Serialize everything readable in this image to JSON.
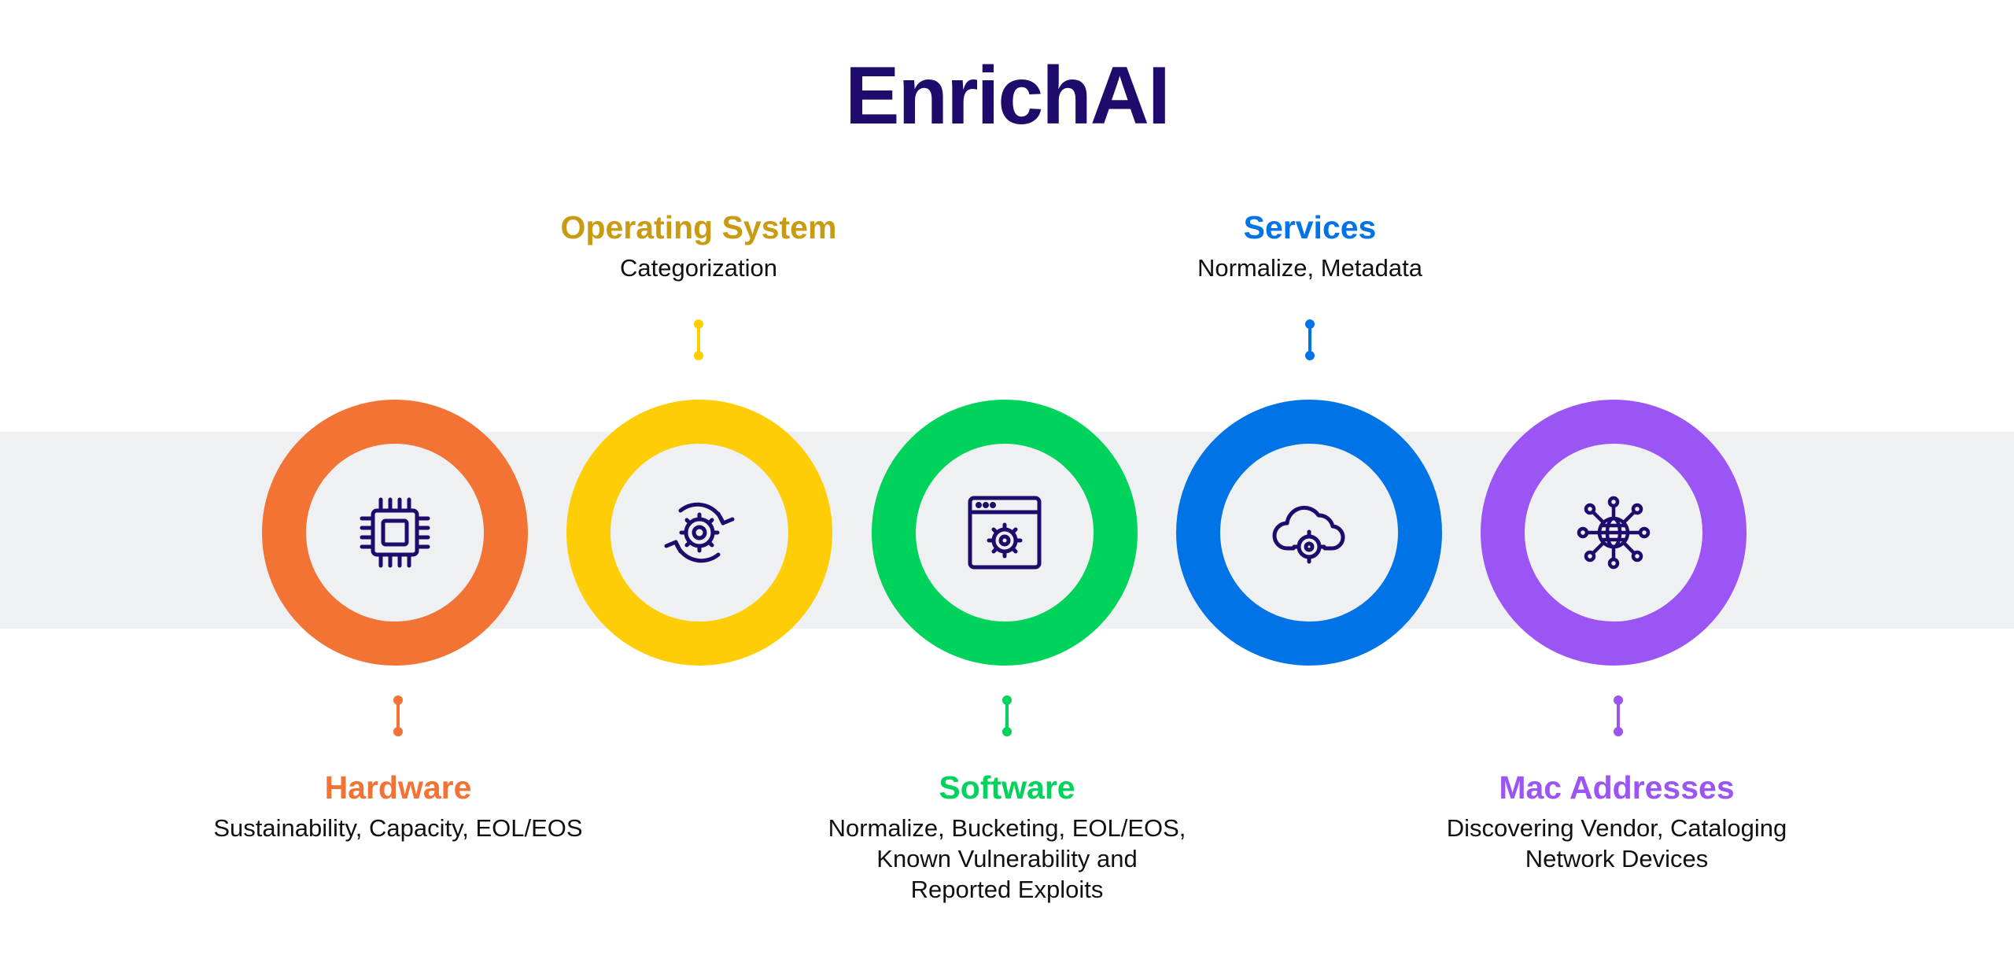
{
  "title": "EnrichAI",
  "items": [
    {
      "name": "Hardware",
      "description": "Sustainability, Capacity, EOL/EOS",
      "color": "#f37335",
      "icon": "cpu-chip-icon",
      "label_position": "bottom"
    },
    {
      "name": "Operating System",
      "description": "Categorization",
      "color": "#ffcd05",
      "heading_color": "#c89b12",
      "icon": "gear-cycle-icon",
      "label_position": "top"
    },
    {
      "name": "Software",
      "description": "Normalize, Bucketing, EOL/EOS,\nKnown Vulnerability and\nReported Exploits",
      "color": "#00d35c",
      "icon": "browser-gear-icon",
      "label_position": "bottom"
    },
    {
      "name": "Services",
      "description": "Normalize, Metadata",
      "color": "#0073e6",
      "icon": "cloud-gear-icon",
      "label_position": "top"
    },
    {
      "name": "Mac Addresses",
      "description": "Discovering Vendor, Cataloging\nNetwork Devices",
      "color": "#9b55f5",
      "icon": "globe-network-icon",
      "label_position": "bottom"
    }
  ]
}
